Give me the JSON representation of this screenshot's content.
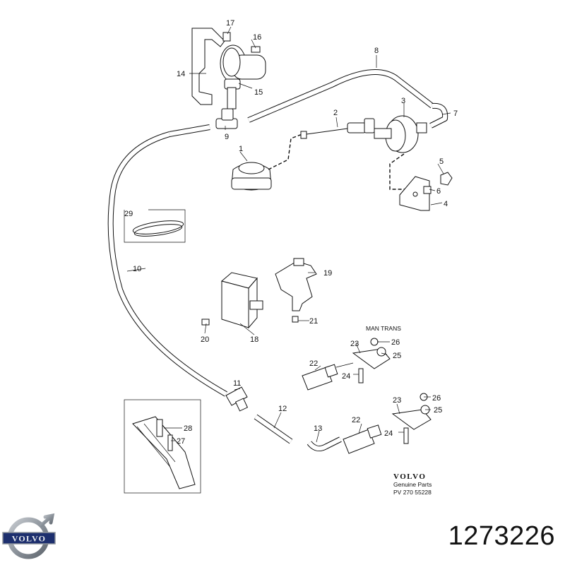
{
  "callouts": {
    "c1": "1",
    "c2": "2",
    "c3": "3",
    "c4": "4",
    "c5": "5",
    "c6": "6",
    "c7": "7",
    "c8": "8",
    "c9": "9",
    "c10": "10",
    "c11": "11",
    "c12": "12",
    "c13": "13",
    "c14": "14",
    "c15": "15",
    "c16": "16",
    "c17": "17",
    "c18": "18",
    "c19": "19",
    "c20": "20",
    "c21": "21",
    "c22a": "22",
    "c22b": "22",
    "c23a": "23",
    "c23b": "23",
    "c24a": "24",
    "c24b": "24",
    "c25a": "25",
    "c25b": "25",
    "c26a": "26",
    "c26b": "26",
    "c27": "27",
    "c28": "28",
    "c29": "29"
  },
  "labels": {
    "man_trans": "MAN  TRANS",
    "brand": "VOLVO",
    "genuine": "Genuine Parts",
    "pv_code": "PV 270   55228"
  },
  "logo": {
    "text": "VOLVO"
  },
  "part_number": "1273226",
  "colors": {
    "ink": "#111111",
    "logo_blue": "#1d2f6e",
    "logo_steel": "#8d949c"
  }
}
